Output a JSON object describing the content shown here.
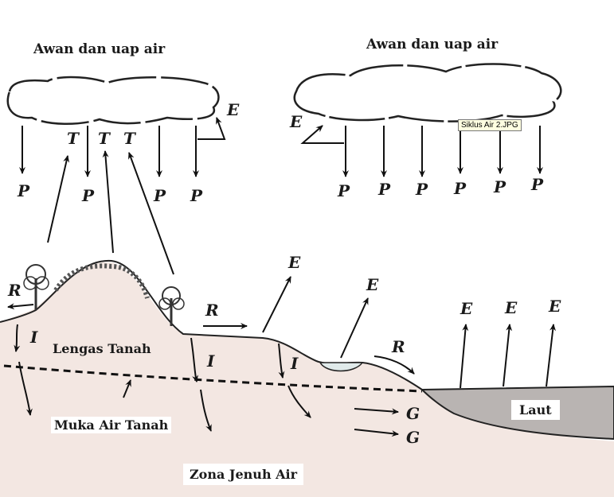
{
  "clouds": {
    "left_label": "Awan dan uap air",
    "right_label": "Awan dan uap air"
  },
  "zones": {
    "soil_moisture": "Lengas Tanah",
    "water_table": "Muka Air Tanah",
    "saturated_zone": "Zona Jenuh Air",
    "sea": "Laut"
  },
  "process_letters": {
    "evaporation": "E",
    "precipitation": "P",
    "transpiration": "T",
    "runoff": "R",
    "infiltration": "I",
    "groundwater_flow": "G"
  },
  "tooltip": "Siklus Air 2.JPG"
}
